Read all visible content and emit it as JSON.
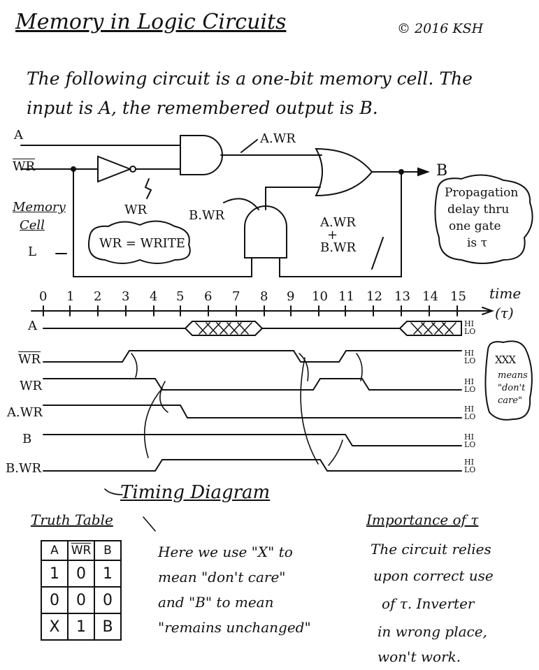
{
  "title": "Memory in Logic Circuits",
  "copyright": "© 2016 KSH",
  "intro": {
    "line1": "The following circuit is a one-bit memory cell. The",
    "line2": "input is A, the remembered output is B."
  },
  "circuit": {
    "input_a": "A",
    "input_wr": "WR",
    "output_b": "B",
    "and_out_label": "A.WR",
    "inverter_out_label": "WR",
    "feedback_label": "B.WR",
    "or_note_top": "A.WR",
    "or_note_plus": "+",
    "or_note_bottom": "B.WR",
    "cell_label_1": "Memory",
    "cell_label_2": "Cell",
    "wr_cloud": "WR = WRITE",
    "prop_cloud": [
      "Propagation",
      "delay thru",
      "one gate",
      "is τ"
    ]
  },
  "timing": {
    "title": "Timing Diagram",
    "ticks": [
      "0",
      "1",
      "2",
      "3",
      "4",
      "5",
      "6",
      "7",
      "8",
      "9",
      "10",
      "11",
      "12",
      "13",
      "14",
      "15"
    ],
    "time_label": "time",
    "time_unit": "(τ)",
    "hi": "HI",
    "lo": "LO",
    "dont_care_note": [
      "means",
      "\"don't",
      "care\""
    ],
    "signals": [
      {
        "name": "A",
        "over": false
      },
      {
        "name": "WR",
        "over": true
      },
      {
        "name": "WR",
        "over": false
      },
      {
        "name": "A.WR",
        "over": false
      },
      {
        "name": "B",
        "over": false
      },
      {
        "name": "B.WR",
        "over": "partial"
      }
    ]
  },
  "truth_table": {
    "title": "Truth Table",
    "headers": [
      "A",
      "WR",
      "B"
    ],
    "rows": [
      [
        "1",
        "0",
        "1"
      ],
      [
        "0",
        "0",
        "0"
      ],
      [
        "X",
        "1",
        "B"
      ]
    ]
  },
  "explain": [
    "Here we use \"X\" to",
    "mean \"don't care\"",
    "and \"B\" to mean",
    "\"remains unchanged\""
  ],
  "importance": {
    "title": "Importance of τ",
    "lines": [
      "The circuit relies",
      "upon correct use",
      "of τ. Inverter",
      "in wrong place,",
      "won't work."
    ]
  }
}
